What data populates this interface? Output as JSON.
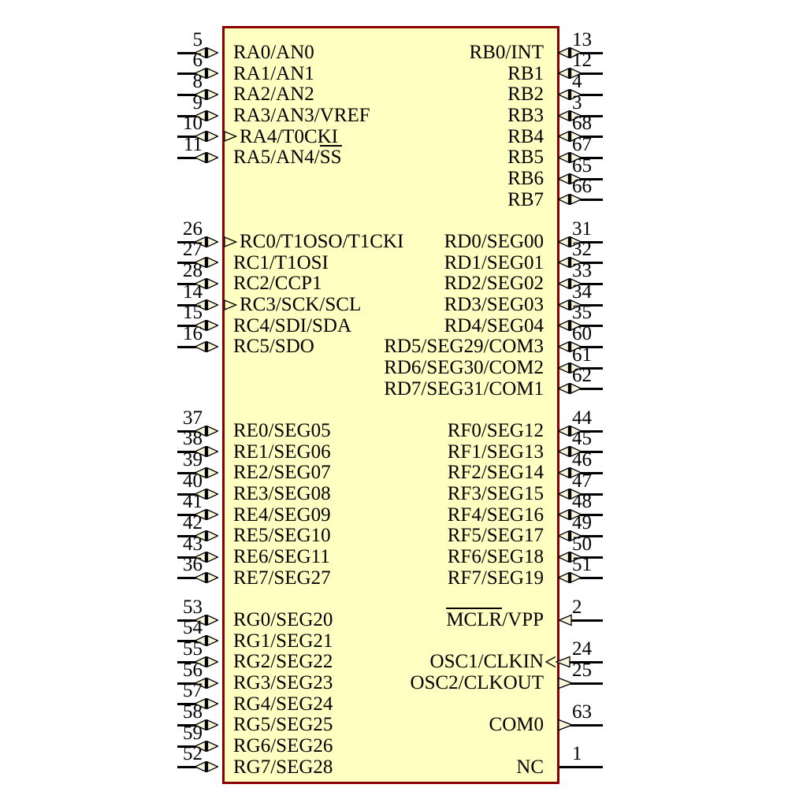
{
  "diagram": {
    "type": "ic-pin-diagram",
    "chip_fill": "#FFFFC2",
    "chip_border": "#8B0000",
    "wire_color": "#000000",
    "arrow_fill": "#FAF6DC"
  },
  "pins": [
    {
      "number": "5",
      "side": "left",
      "row": 0,
      "type": "bidir",
      "label": [
        {
          "t": "RA0/AN0"
        }
      ]
    },
    {
      "number": "6",
      "side": "left",
      "row": 1,
      "type": "bidir",
      "label": [
        {
          "t": "RA1/AN1"
        }
      ]
    },
    {
      "number": "8",
      "side": "left",
      "row": 2,
      "type": "bidir",
      "label": [
        {
          "t": "RA2/AN2"
        }
      ]
    },
    {
      "number": "9",
      "side": "left",
      "row": 3,
      "type": "bidir",
      "label": [
        {
          "t": "RA3/AN3/VREF"
        }
      ]
    },
    {
      "number": "10",
      "side": "left",
      "row": 4,
      "type": "bidir-extra",
      "indent": true,
      "label": [
        {
          "t": "RA4/T0CKI"
        }
      ]
    },
    {
      "number": "11",
      "side": "left",
      "row": 5,
      "type": "bidir",
      "label": [
        {
          "t": "RA5/AN4/"
        },
        {
          "t": "SS",
          "over": true
        }
      ]
    },
    {
      "number": "26",
      "side": "left",
      "row": 9,
      "type": "bidir-extra",
      "indent": true,
      "label": [
        {
          "t": "RC0/T1OSO/T1CKI"
        }
      ]
    },
    {
      "number": "27",
      "side": "left",
      "row": 10,
      "type": "bidir",
      "label": [
        {
          "t": "RC1/T1OSI"
        }
      ]
    },
    {
      "number": "28",
      "side": "left",
      "row": 11,
      "type": "bidir",
      "label": [
        {
          "t": "RC2/CCP1"
        }
      ]
    },
    {
      "number": "14",
      "side": "left",
      "row": 12,
      "type": "bidir-extra",
      "indent": true,
      "label": [
        {
          "t": "RC3/SCK/SCL"
        }
      ]
    },
    {
      "number": "15",
      "side": "left",
      "row": 13,
      "type": "bidir",
      "label": [
        {
          "t": "RC4/SDI/SDA"
        }
      ]
    },
    {
      "number": "16",
      "side": "left",
      "row": 14,
      "type": "bidir",
      "label": [
        {
          "t": "RC5/SDO"
        }
      ]
    },
    {
      "number": "37",
      "side": "left",
      "row": 18,
      "type": "bidir",
      "label": [
        {
          "t": "RE0/SEG05"
        }
      ]
    },
    {
      "number": "38",
      "side": "left",
      "row": 19,
      "type": "bidir",
      "label": [
        {
          "t": "RE1/SEG06"
        }
      ]
    },
    {
      "number": "39",
      "side": "left",
      "row": 20,
      "type": "bidir",
      "label": [
        {
          "t": "RE2/SEG07"
        }
      ]
    },
    {
      "number": "40",
      "side": "left",
      "row": 21,
      "type": "bidir",
      "label": [
        {
          "t": "RE3/SEG08"
        }
      ]
    },
    {
      "number": "41",
      "side": "left",
      "row": 22,
      "type": "bidir",
      "label": [
        {
          "t": "RE4/SEG09"
        }
      ]
    },
    {
      "number": "42",
      "side": "left",
      "row": 23,
      "type": "bidir",
      "label": [
        {
          "t": "RE5/SEG10"
        }
      ]
    },
    {
      "number": "43",
      "side": "left",
      "row": 24,
      "type": "bidir",
      "label": [
        {
          "t": "RE6/SEG11"
        }
      ]
    },
    {
      "number": "36",
      "side": "left",
      "row": 25,
      "type": "bidir",
      "label": [
        {
          "t": "RE7/SEG27"
        }
      ]
    },
    {
      "number": "53",
      "side": "left",
      "row": 27,
      "type": "bidir",
      "label": [
        {
          "t": "RG0/SEG20"
        }
      ]
    },
    {
      "number": "54",
      "side": "left",
      "row": 28,
      "type": "bidir",
      "label": [
        {
          "t": "RG1/SEG21"
        }
      ]
    },
    {
      "number": "55",
      "side": "left",
      "row": 29,
      "type": "bidir",
      "label": [
        {
          "t": "RG2/SEG22"
        }
      ]
    },
    {
      "number": "56",
      "side": "left",
      "row": 30,
      "type": "bidir",
      "label": [
        {
          "t": "RG3/SEG23"
        }
      ]
    },
    {
      "number": "57",
      "side": "left",
      "row": 31,
      "type": "bidir",
      "label": [
        {
          "t": "RG4/SEG24"
        }
      ]
    },
    {
      "number": "58",
      "side": "left",
      "row": 32,
      "type": "bidir",
      "label": [
        {
          "t": "RG5/SEG25"
        }
      ]
    },
    {
      "number": "59",
      "side": "left",
      "row": 33,
      "type": "bidir",
      "label": [
        {
          "t": "RG6/SEG26"
        }
      ]
    },
    {
      "number": "52",
      "side": "left",
      "row": 34,
      "type": "bidir",
      "label": [
        {
          "t": "RG7/SEG28"
        }
      ]
    },
    {
      "number": "13",
      "side": "right",
      "row": 0,
      "type": "bidir",
      "label": [
        {
          "t": "RB0/INT"
        }
      ]
    },
    {
      "number": "12",
      "side": "right",
      "row": 1,
      "type": "bidir",
      "label": [
        {
          "t": "RB1"
        }
      ]
    },
    {
      "number": "4",
      "side": "right",
      "row": 2,
      "type": "bidir",
      "label": [
        {
          "t": "RB2"
        }
      ]
    },
    {
      "number": "3",
      "side": "right",
      "row": 3,
      "type": "bidir",
      "label": [
        {
          "t": "RB3"
        }
      ]
    },
    {
      "number": "68",
      "side": "right",
      "row": 4,
      "type": "bidir",
      "label": [
        {
          "t": "RB4"
        }
      ]
    },
    {
      "number": "67",
      "side": "right",
      "row": 5,
      "type": "bidir",
      "label": [
        {
          "t": "RB5"
        }
      ]
    },
    {
      "number": "65",
      "side": "right",
      "row": 6,
      "type": "bidir",
      "label": [
        {
          "t": "RB6"
        }
      ]
    },
    {
      "number": "66",
      "side": "right",
      "row": 7,
      "type": "bidir",
      "label": [
        {
          "t": "RB7"
        }
      ]
    },
    {
      "number": "31",
      "side": "right",
      "row": 9,
      "type": "bidir",
      "label": [
        {
          "t": "RD0/SEG00"
        }
      ]
    },
    {
      "number": "32",
      "side": "right",
      "row": 10,
      "type": "bidir",
      "label": [
        {
          "t": "RD1/SEG01"
        }
      ]
    },
    {
      "number": "33",
      "side": "right",
      "row": 11,
      "type": "bidir",
      "label": [
        {
          "t": "RD2/SEG02"
        }
      ]
    },
    {
      "number": "34",
      "side": "right",
      "row": 12,
      "type": "bidir",
      "label": [
        {
          "t": "RD3/SEG03"
        }
      ]
    },
    {
      "number": "35",
      "side": "right",
      "row": 13,
      "type": "bidir",
      "label": [
        {
          "t": "RD4/SEG04"
        }
      ]
    },
    {
      "number": "60",
      "side": "right",
      "row": 14,
      "type": "bidir",
      "label": [
        {
          "t": "RD5/SEG29/COM3"
        }
      ]
    },
    {
      "number": "61",
      "side": "right",
      "row": 15,
      "type": "bidir",
      "label": [
        {
          "t": "RD6/SEG30/COM2"
        }
      ]
    },
    {
      "number": "62",
      "side": "right",
      "row": 16,
      "type": "bidir",
      "label": [
        {
          "t": "RD7/SEG31/COM1"
        }
      ]
    },
    {
      "number": "44",
      "side": "right",
      "row": 18,
      "type": "bidir",
      "label": [
        {
          "t": "RF0/SEG12"
        }
      ]
    },
    {
      "number": "45",
      "side": "right",
      "row": 19,
      "type": "bidir",
      "label": [
        {
          "t": "RF1/SEG13"
        }
      ]
    },
    {
      "number": "46",
      "side": "right",
      "row": 20,
      "type": "bidir",
      "label": [
        {
          "t": "RF2/SEG14"
        }
      ]
    },
    {
      "number": "47",
      "side": "right",
      "row": 21,
      "type": "bidir",
      "label": [
        {
          "t": "RF3/SEG15"
        }
      ]
    },
    {
      "number": "48",
      "side": "right",
      "row": 22,
      "type": "bidir",
      "label": [
        {
          "t": "RF4/SEG16"
        }
      ]
    },
    {
      "number": "49",
      "side": "right",
      "row": 23,
      "type": "bidir",
      "label": [
        {
          "t": "RF5/SEG17"
        }
      ]
    },
    {
      "number": "50",
      "side": "right",
      "row": 24,
      "type": "bidir",
      "label": [
        {
          "t": "RF6/SEG18"
        }
      ]
    },
    {
      "number": "51",
      "side": "right",
      "row": 25,
      "type": "bidir",
      "label": [
        {
          "t": "RF7/SEG19"
        }
      ]
    },
    {
      "number": "2",
      "side": "right",
      "row": 27,
      "type": "input",
      "label": [
        {
          "t": "MCLR",
          "over": true
        },
        {
          "t": "/VPP"
        }
      ]
    },
    {
      "number": "24",
      "side": "right",
      "row": 29,
      "type": "input-clk",
      "label": [
        {
          "t": "OSC1/CLKIN"
        }
      ]
    },
    {
      "number": "25",
      "side": "right",
      "row": 30,
      "type": "output",
      "label": [
        {
          "t": "OSC2/CLKOUT"
        }
      ]
    },
    {
      "number": "63",
      "side": "right",
      "row": 32,
      "type": "output",
      "label": [
        {
          "t": "COM0"
        }
      ]
    },
    {
      "number": "1",
      "side": "right",
      "row": 34,
      "type": "none",
      "label": [
        {
          "t": "NC"
        }
      ]
    }
  ]
}
